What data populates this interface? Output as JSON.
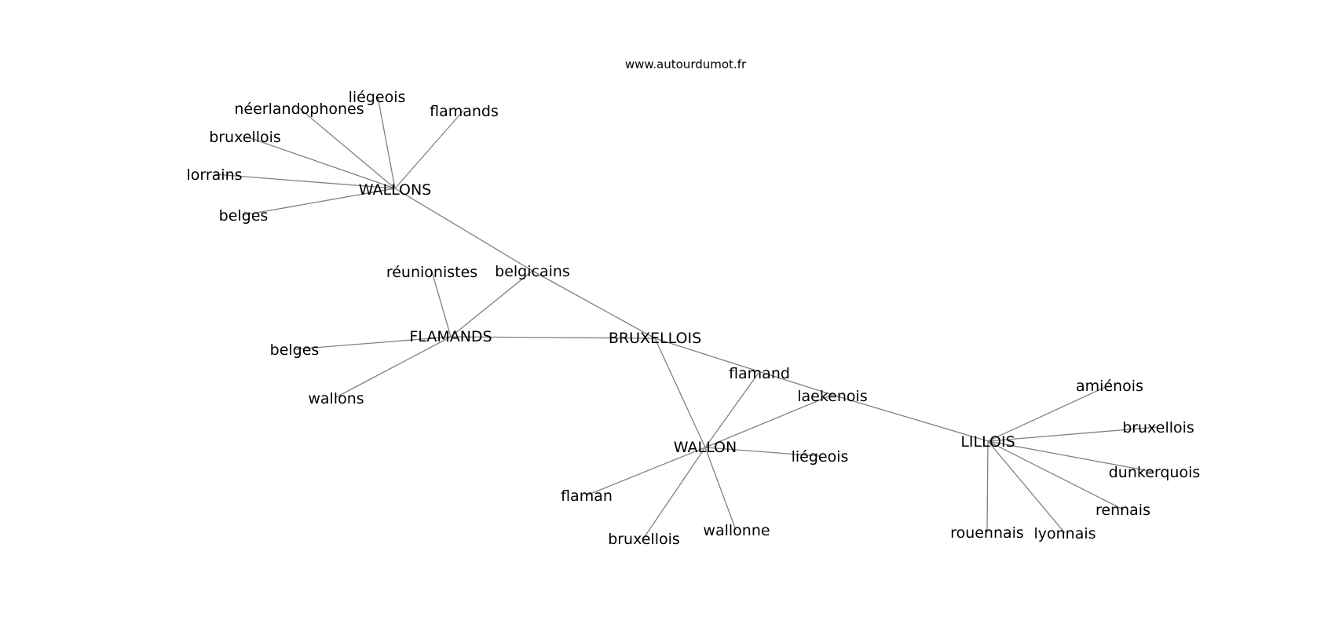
{
  "site": "www.autourdumot.fr",
  "nodes": [
    {
      "id": "wallons_hub",
      "label": "WALLONS"
    },
    {
      "id": "flamands_hub",
      "label": "FLAMANDS"
    },
    {
      "id": "bruxellois_hub",
      "label": "BRUXELLOIS"
    },
    {
      "id": "wallon_hub",
      "label": "WALLON"
    },
    {
      "id": "lillois_hub",
      "label": "LILLOIS"
    },
    {
      "id": "belgicains",
      "label": "belgicains"
    },
    {
      "id": "laekenois",
      "label": "laekenois"
    },
    {
      "id": "flamand",
      "label": "flamand"
    },
    {
      "id": "neerlandophones",
      "label": "néerlandophones"
    },
    {
      "id": "liegeois_1",
      "label": "liégeois"
    },
    {
      "id": "flamands",
      "label": "flamands"
    },
    {
      "id": "bruxellois_1",
      "label": "bruxellois"
    },
    {
      "id": "lorrains",
      "label": "lorrains"
    },
    {
      "id": "belges_1",
      "label": "belges"
    },
    {
      "id": "reunionistes",
      "label": "réunionistes"
    },
    {
      "id": "belges_2",
      "label": "belges"
    },
    {
      "id": "wallons",
      "label": "wallons"
    },
    {
      "id": "liegeois_2",
      "label": "liégeois"
    },
    {
      "id": "flaman",
      "label": "flaman"
    },
    {
      "id": "bruxellois_2",
      "label": "bruxellois"
    },
    {
      "id": "wallonne",
      "label": "wallonne"
    },
    {
      "id": "amienois",
      "label": "amiénois"
    },
    {
      "id": "bruxellois_3",
      "label": "bruxellois"
    },
    {
      "id": "dunkerquois",
      "label": "dunkerquois"
    },
    {
      "id": "rennais",
      "label": "rennais"
    },
    {
      "id": "lyonnais",
      "label": "lyonnais"
    },
    {
      "id": "rouennais",
      "label": "rouennais"
    }
  ],
  "edges": [
    [
      "wallons_hub",
      "neerlandophones"
    ],
    [
      "wallons_hub",
      "liegeois_1"
    ],
    [
      "wallons_hub",
      "flamands"
    ],
    [
      "wallons_hub",
      "bruxellois_1"
    ],
    [
      "wallons_hub",
      "lorrains"
    ],
    [
      "wallons_hub",
      "belges_1"
    ],
    [
      "wallons_hub",
      "belgicains"
    ],
    [
      "belgicains",
      "bruxellois_hub"
    ],
    [
      "belgicains",
      "flamands_hub"
    ],
    [
      "flamands_hub",
      "reunionistes"
    ],
    [
      "flamands_hub",
      "belges_2"
    ],
    [
      "flamands_hub",
      "wallons"
    ],
    [
      "flamands_hub",
      "bruxellois_hub"
    ],
    [
      "bruxellois_hub",
      "wallon_hub"
    ],
    [
      "bruxellois_hub",
      "laekenois"
    ],
    [
      "wallon_hub",
      "flamand"
    ],
    [
      "wallon_hub",
      "laekenois"
    ],
    [
      "wallon_hub",
      "liegeois_2"
    ],
    [
      "wallon_hub",
      "flaman"
    ],
    [
      "wallon_hub",
      "bruxellois_2"
    ],
    [
      "wallon_hub",
      "wallonne"
    ],
    [
      "laekenois",
      "lillois_hub"
    ],
    [
      "lillois_hub",
      "amienois"
    ],
    [
      "lillois_hub",
      "bruxellois_3"
    ],
    [
      "lillois_hub",
      "dunkerquois"
    ],
    [
      "lillois_hub",
      "rennais"
    ],
    [
      "lillois_hub",
      "lyonnais"
    ],
    [
      "lillois_hub",
      "rouennais"
    ]
  ]
}
